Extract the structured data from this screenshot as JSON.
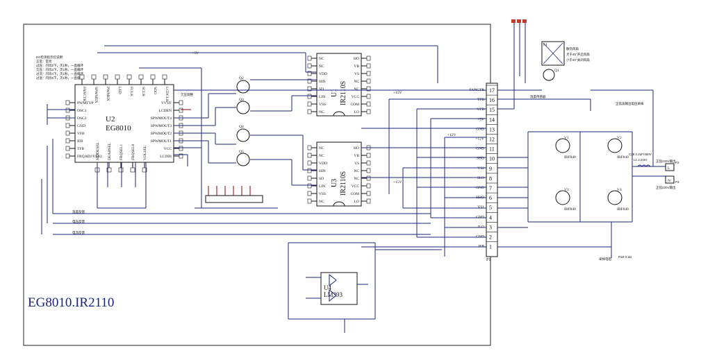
{
  "diagram_title": "EG8010.IR2110",
  "notes": {
    "heading": "EG检测指示灯说明",
    "lines": [
      "正常：常亮",
      "过压：闪烁2下，灭1秒，一直循环",
      "欠压：闪烁3下，灭1秒，一直循环",
      "过流：闪烁4下，灭1秒，一直循环",
      "过温：闪烁5下，灭1秒，一直循环"
    ]
  },
  "chips": {
    "u2": {
      "ref": "U2",
      "part": "EG8010",
      "left_pins": [
        "PWMTYP",
        "OSC1",
        "OSC2",
        "GND",
        "VFB",
        "IFB",
        "TFB",
        "FRQADJ/VFB2"
      ],
      "right_pins": [
        "VVVF",
        "LCDEN",
        "SPWMOUT4",
        "SPWMOUT3",
        "SPWMOUT2",
        "SPWMOUT1",
        "VCC",
        "LCDDI"
      ],
      "top_pins": [
        "FANCTR",
        "SPWMEN",
        "PWMEN",
        "LED",
        "FCLK",
        "SCLK",
        "SDO",
        "LCDCLK"
      ],
      "bottom_pins": [
        "MODESEL",
        "DEADSEL",
        "FRQSEL1",
        "FRQSEL0",
        "VOLSEL"
      ]
    },
    "u1": {
      "ref": "U1",
      "part": "IR2110S",
      "left_pins": [
        "NC",
        "NC",
        "VDD",
        "HIN",
        "SD",
        "LIN",
        "VSS",
        "NC"
      ],
      "right_pins": [
        "HO",
        "VB",
        "VS",
        "NC",
        "NC",
        "VCC",
        "COM",
        "LO"
      ]
    },
    "u3": {
      "ref": "U3",
      "part": "IR2110S",
      "left_pins": [
        "NC",
        "NC",
        "VDD",
        "HIN",
        "SD",
        "LIN",
        "VSS",
        "NC"
      ],
      "right_pins": [
        "HO",
        "VB",
        "VS",
        "NC",
        "NC",
        "VCC",
        "COM",
        "LO"
      ]
    },
    "u4": {
      "ref": "U4",
      "part": "LM393"
    }
  },
  "connector": {
    "ref": "P1",
    "pins": [
      {
        "num": "17",
        "label": "FANCTR"
      },
      {
        "num": "16",
        "label": "TFB"
      },
      {
        "num": "15",
        "label": "VFB"
      },
      {
        "num": "14",
        "label": "+5V"
      },
      {
        "num": "13",
        "label": "GND"
      },
      {
        "num": "12",
        "label": "+12V"
      },
      {
        "num": "11",
        "label": "GND"
      },
      {
        "num": "10",
        "label": "SHO"
      },
      {
        "num": "9",
        "label": "VS2"
      },
      {
        "num": "8",
        "label": "SLO"
      },
      {
        "num": "7",
        "label": "GND"
      },
      {
        "num": "6",
        "label": "HHO"
      },
      {
        "num": "5",
        "label": "VS1"
      },
      {
        "num": "4",
        "label": "GND"
      },
      {
        "num": "3",
        "label": "ILO"
      },
      {
        "num": "2",
        "label": "GND"
      },
      {
        "num": "1",
        "label": "IFB"
      }
    ]
  },
  "fan": {
    "label_lines": [
      "散热风扇",
      "大于45°开启风扇",
      "小于40°关闭风扇"
    ],
    "ref": "F1"
  },
  "labels": {
    "v5": "+5V",
    "v12": "+12V",
    "v15a": "+15V",
    "v15b": "+15V",
    "overvoltage_adjust": "欠压调整",
    "output_feedback": "温度反馈",
    "voltage_feedback": "电压反馈",
    "current_feedback": "电流反馈",
    "ac_out_1": "正弦220V输出",
    "ac_out_2": "正弦220V输出",
    "sample_res": "采样电阻",
    "temp_sensor": "温度传感器",
    "sine_sample": "正弦波输出电压采样",
    "l": "L",
    "n": "N",
    "p2": "P2",
    "p3": "P3",
    "l1": "L1 2.2mH",
    "c28": "C28 2.2uF/450V",
    "r19": "R19 0.1Ω",
    "q1": "Q1",
    "q2": "Q2",
    "q3": "Q3",
    "q4": "Q4",
    "q5": "Q5",
    "v1": "V1",
    "v2": "V2",
    "v3": "V3",
    "v4": "V4",
    "irf840": "IRF840"
  },
  "colors": {
    "wire": "#1a237e",
    "accent": "#8b0000",
    "text": "#111111"
  }
}
